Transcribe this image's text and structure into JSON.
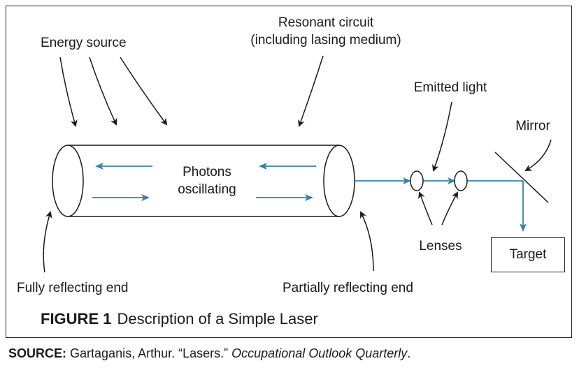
{
  "labels": {
    "energy_source": "Energy source",
    "resonant_circuit_line1": "Resonant circuit",
    "resonant_circuit_line2": "(including lasing medium)",
    "emitted_light": "Emitted light",
    "mirror": "Mirror",
    "photons_line1": "Photons",
    "photons_line2": "oscillating",
    "lenses": "Lenses",
    "target": "Target",
    "fully_reflecting": "Fully reflecting end",
    "partially_reflecting": "Partially reflecting end"
  },
  "caption": {
    "figure_number": "FIGURE 1",
    "title": "Description of a Simple Laser"
  },
  "source": {
    "label": "SOURCE:",
    "text": "Gartaganis, Arthur. “Lasers.”",
    "publication": "Occupational Outlook Quarterly",
    "end": "."
  },
  "colors": {
    "beam": "#3a7fa8",
    "line": "#1a1a1a"
  }
}
